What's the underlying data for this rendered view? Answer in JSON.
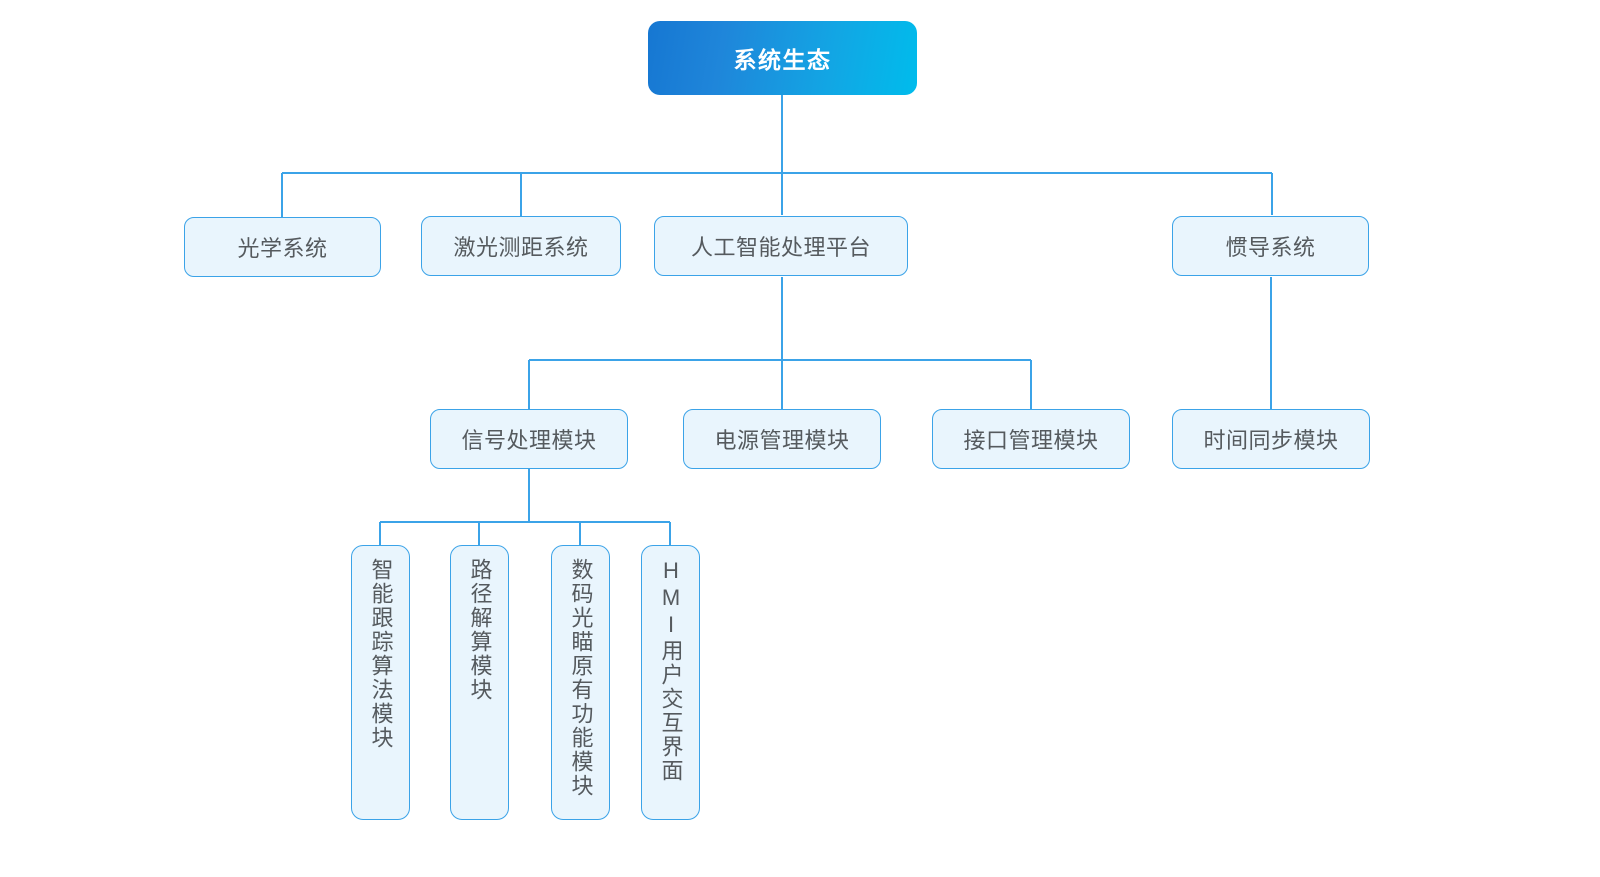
{
  "diagram": {
    "type": "organization-tree",
    "title": "系统生态",
    "accent_color": "#3ba3e8",
    "node_fill": "#e9f5fd",
    "root_gradient_from": "#1677d2",
    "root_gradient_to": "#00bcec",
    "text_color": "#555a5e",
    "connector_color": "#3ba3e8",
    "background": "#ffffff"
  },
  "root": {
    "label": "系统生态"
  },
  "level2": [
    {
      "label": "光学系统"
    },
    {
      "label": "激光测距系统"
    },
    {
      "label": "人工智能处理平台"
    },
    {
      "label": "惯导系统"
    }
  ],
  "level3": [
    {
      "label": "信号处理模块",
      "parent": "人工智能处理平台"
    },
    {
      "label": "电源管理模块",
      "parent": "人工智能处理平台"
    },
    {
      "label": "接口管理模块",
      "parent": "人工智能处理平台"
    },
    {
      "label": "时间同步模块",
      "parent": "惯导系统"
    }
  ],
  "level4": [
    {
      "label": "智能跟踪算法模块",
      "parent": "信号处理模块"
    },
    {
      "label": "路径解算模块",
      "parent": "信号处理模块"
    },
    {
      "label": "数码光瞄原有功能模块",
      "parent": "信号处理模块"
    },
    {
      "label": "HMI用户交互界面",
      "parent": "信号处理模块"
    }
  ]
}
